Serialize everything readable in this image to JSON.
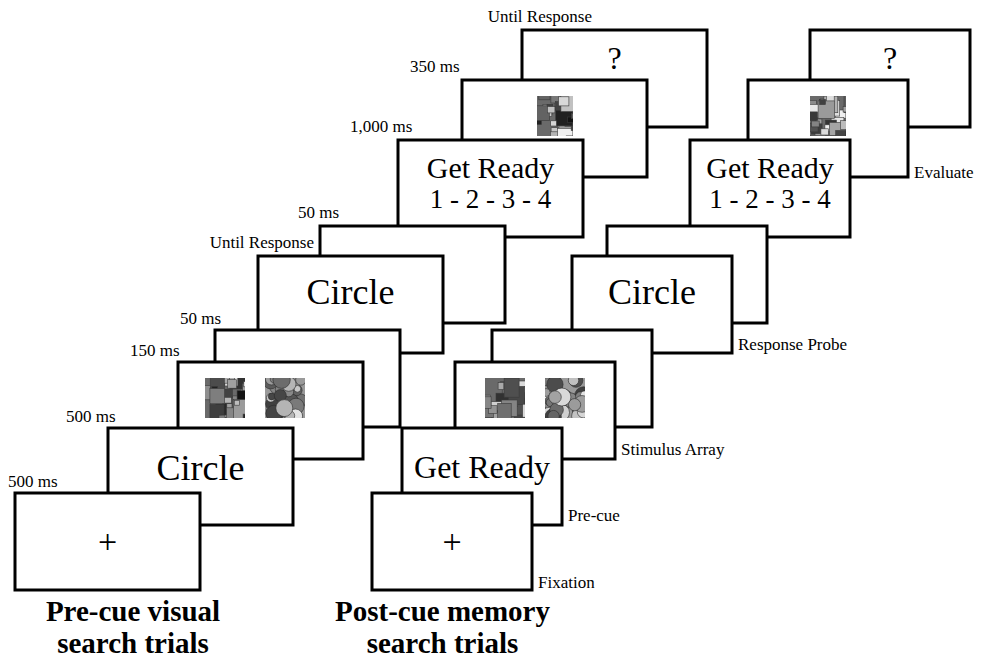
{
  "diagram": {
    "nodes": [
      {
        "text": [
          "+"
        ]
      },
      {
        "text": [
          "Circle"
        ]
      },
      {
        "text": [
          "Circle"
        ]
      },
      {
        "text": [
          "Get Ready",
          "1 - 2 - 3 - 4"
        ]
      },
      {
        "text": [
          "?"
        ]
      },
      {
        "text": [
          "+"
        ]
      },
      {
        "text": [
          "Get Ready"
        ]
      },
      {
        "text": [
          "Circle"
        ]
      },
      {
        "text": [
          "Get Ready",
          "1 - 2 - 3 - 4"
        ]
      },
      {
        "text": [
          "?"
        ]
      }
    ],
    "labels": [
      "500 ms",
      "500 ms",
      "150 ms",
      "50 ms",
      "Until Response",
      "50 ms",
      "1,000 ms",
      "350 ms",
      "Until Response",
      "Fixation",
      "Pre-cue",
      "Stimulus Array",
      "Response Probe",
      "Evaluate",
      "Pre-cue visual search trials",
      "Post-cue memory search trials"
    ]
  }
}
